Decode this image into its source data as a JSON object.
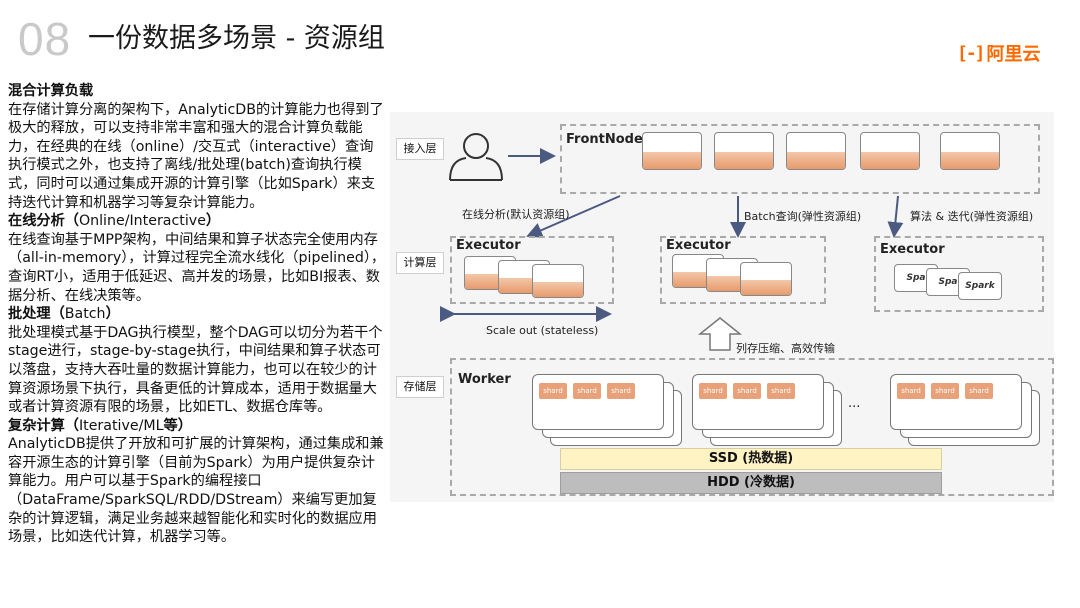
{
  "header": {
    "slide_number": "08",
    "title": "一份数据多场景 - 资源组",
    "logo_mark": "[-]",
    "logo_text": "阿里云"
  },
  "text": {
    "s1_heading": "混合计算负载",
    "s1_body": "在存储计算分离的架构下，AnalyticDB的计算能力也得到了极大的释放，可以支持非常丰富和强大的混合计算负载能力，在经典的在线（online）/交互式（interactive）查询执行模式之外，也支持了离线/批处理(batch)查询执行模式，同时可以通过集成开源的计算引擎（比如Spark）来支持迭代计算和机器学习等复杂计算能力。",
    "s2_heading": "在线分析（",
    "s2_heading_en": "Online/Interactive",
    "s2_heading_end": "）",
    "s2_body": "在线查询基于MPP架构，中间结果和算子状态完全使用内存（all-in-memory），计算过程完全流水线化（pipelined），查询RT小，适用于低延迟、高并发的场景，比如BI报表、数据分析、在线决策等。",
    "s3_heading": "批处理（",
    "s3_heading_en": "Batch",
    "s3_heading_end": "）",
    "s3_body": "批处理模式基于DAG执行模型，整个DAG可以切分为若干个stage进行，stage-by-stage执行，中间结果和算子状态可以落盘，支持大吞吐量的数据计算能力，也可以在较少的计算资源场景下执行，具备更低的计算成本，适用于数据量大或者计算资源有限的场景，比如ETL、数据仓库等。",
    "s4_heading": "复杂计算（",
    "s4_heading_en": "Iterative/ML",
    "s4_heading_end": "等）",
    "s4_body": "AnalyticDB提供了开放和可扩展的计算架构，通过集成和兼容开源生态的计算引擎（目前为Spark）为用户提供复杂计算能力。用户可以基于Spark的编程接口（DataFrame/SparkSQL/RDD/DStream）来编写更加复杂的计算逻辑，满足业务越来越智能化和实时化的数据应用场景，比如迭代计算，机器学习等。"
  },
  "diagram": {
    "tiers": {
      "access": "接入层",
      "compute": "计算层",
      "storage": "存储层"
    },
    "frontnode": "FrontNode",
    "executor": "Executor",
    "worker": "Worker",
    "arrow_online": "在线分析(默认资源组)",
    "arrow_batch": "Batch查询(弹性资源组)",
    "arrow_ml": "算法 & 迭代(弹性资源组)",
    "scale_out": "Scale out (stateless)",
    "columnar": "列存压缩、高效传输",
    "ellipsis": "...",
    "shard": "shard",
    "spark": "Spark",
    "spark_short": "Spa",
    "ssd": "SSD (热数据)",
    "hdd": "HDD (冷数据)"
  },
  "colors": {
    "accent_orange": "#ff6a00",
    "unit_fill": "#e89a6c",
    "ssd_fill": "#fff3c4",
    "hdd_fill": "#bdbdbd"
  }
}
